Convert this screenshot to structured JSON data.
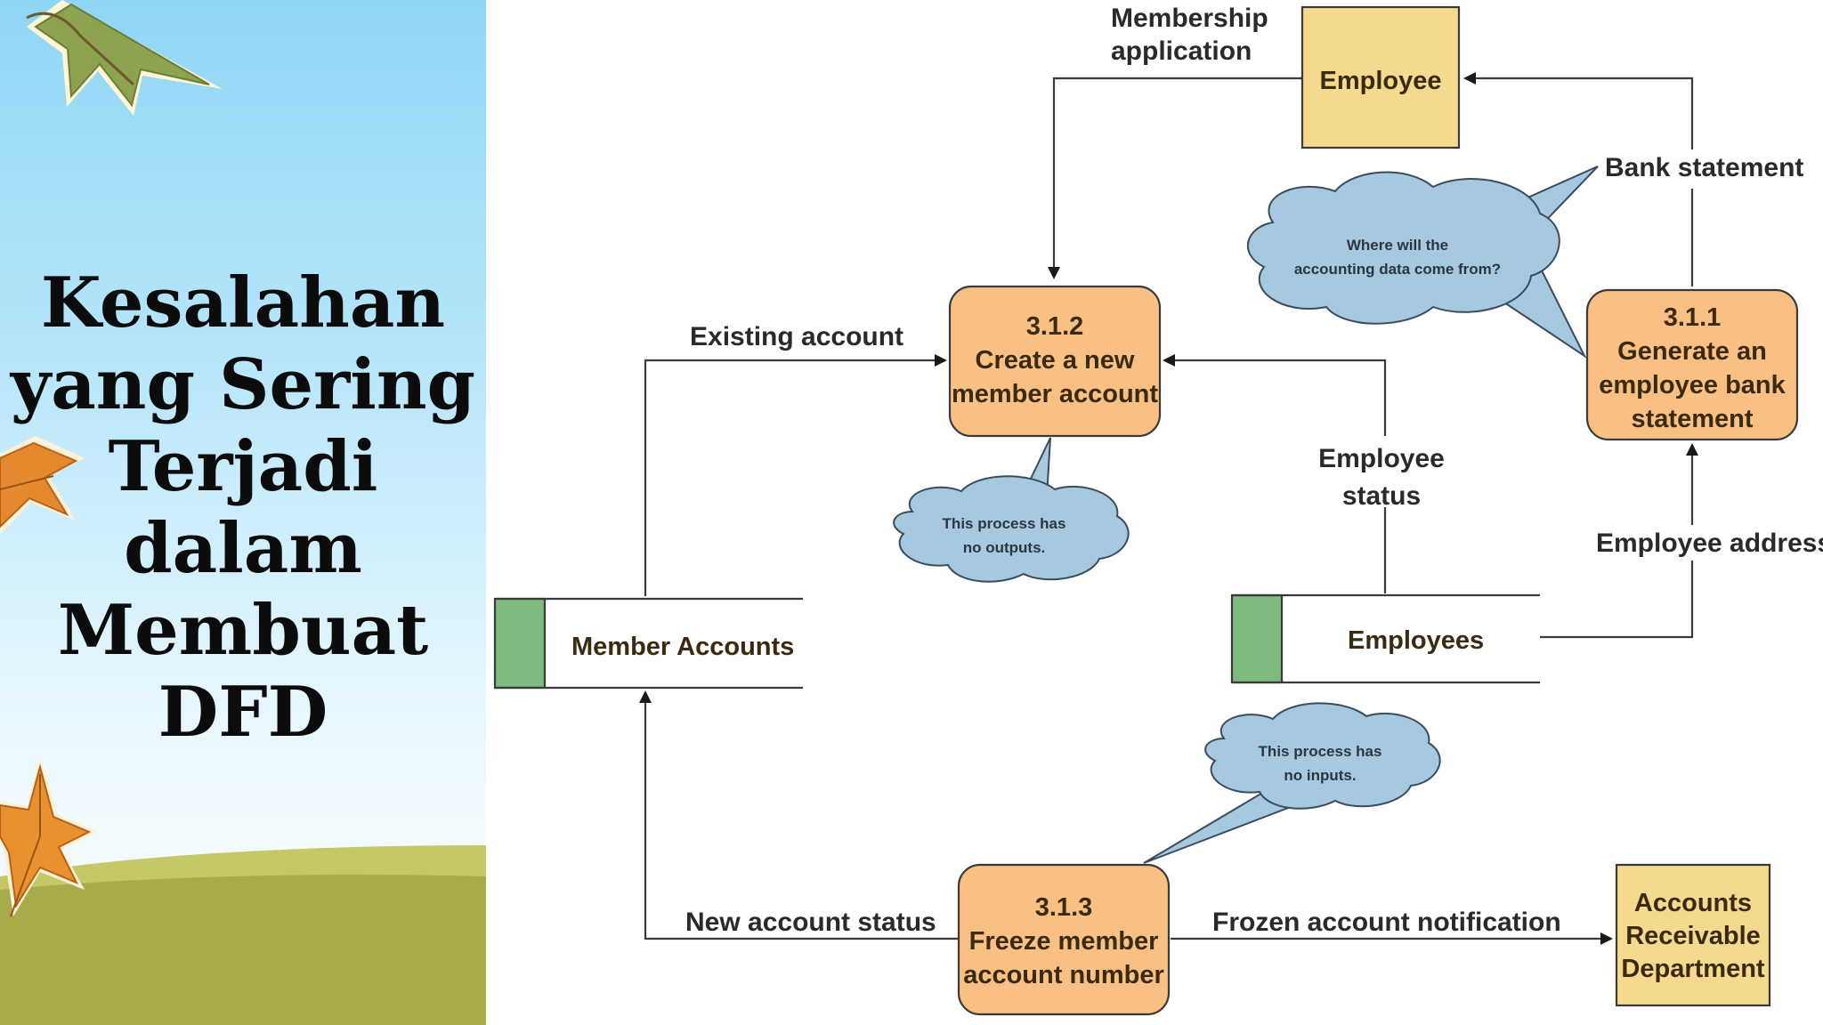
{
  "slide": {
    "title_lines": [
      "Kesalahan",
      "yang Sering",
      "Terjadi",
      "dalam",
      "Membuat",
      "DFD"
    ]
  },
  "colors": {
    "process_fill": "#f9c083",
    "entity_fill": "#f5d98e",
    "store_tab": "#7dbb7e",
    "callout_fill": "#a6c9e0",
    "grass": "#a7ab4a",
    "grass_light": "#c4c867"
  },
  "diagram": {
    "entities": {
      "employee": "Employee",
      "ar_department": [
        "Accounts",
        "Receivable",
        "Department"
      ]
    },
    "processes": {
      "p312": [
        "3.1.2",
        "Create a new",
        "member account"
      ],
      "p311": [
        "3.1.1",
        "Generate an",
        "employee bank",
        "statement"
      ],
      "p313": [
        "3.1.3",
        "Freeze member",
        "account number"
      ]
    },
    "stores": {
      "member_accounts": "Member Accounts",
      "employees": "Employees"
    },
    "flows": {
      "membership_application": [
        "Membership",
        "application"
      ],
      "bank_statement": "Bank statement",
      "existing_account": "Existing account",
      "employee_status": [
        "Employee",
        "status"
      ],
      "employee_address": "Employee address",
      "new_account_status": "New account status",
      "frozen_account_notification": "Frozen account notification"
    },
    "callouts": {
      "accounting_data": [
        "Where will the",
        "accounting data come from?"
      ],
      "no_outputs": [
        "This process has",
        "no outputs."
      ],
      "no_inputs": [
        "This process has",
        "no inputs."
      ]
    }
  }
}
